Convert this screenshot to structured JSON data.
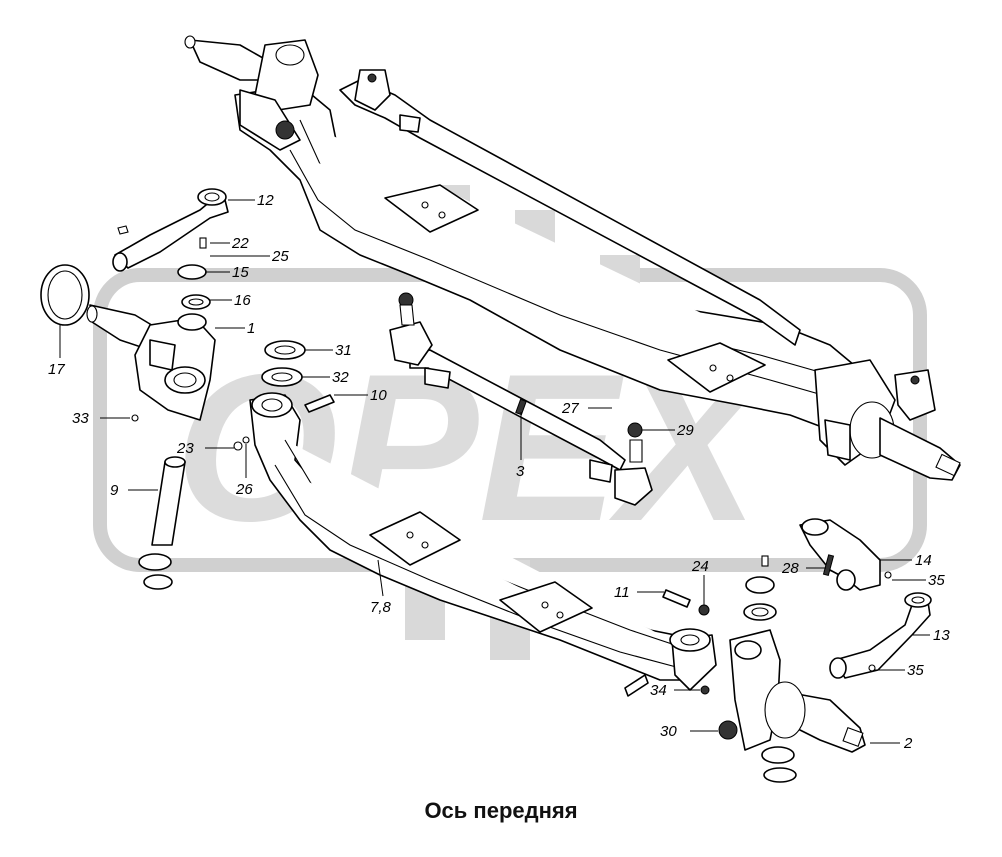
{
  "caption": "Ось передняя",
  "watermark_text": "OPEX",
  "colors": {
    "line": "#000000",
    "watermark": "#d9d9d9",
    "background": "#ffffff"
  },
  "callouts": [
    {
      "id": "c12",
      "label": "12"
    },
    {
      "id": "c22",
      "label": "22"
    },
    {
      "id": "c25",
      "label": "25"
    },
    {
      "id": "c15",
      "label": "15"
    },
    {
      "id": "c16",
      "label": "16"
    },
    {
      "id": "c1",
      "label": "1"
    },
    {
      "id": "c17",
      "label": "17"
    },
    {
      "id": "c31",
      "label": "31"
    },
    {
      "id": "c32",
      "label": "32"
    },
    {
      "id": "c10",
      "label": "10"
    },
    {
      "id": "c33",
      "label": "33"
    },
    {
      "id": "c23",
      "label": "23"
    },
    {
      "id": "c26",
      "label": "26"
    },
    {
      "id": "c9",
      "label": "9"
    },
    {
      "id": "c3",
      "label": "3"
    },
    {
      "id": "c27",
      "label": "27"
    },
    {
      "id": "c29",
      "label": "29"
    },
    {
      "id": "c78",
      "label": "7,8"
    },
    {
      "id": "c11",
      "label": "11"
    },
    {
      "id": "c24",
      "label": "24"
    },
    {
      "id": "c28",
      "label": "28"
    },
    {
      "id": "c14",
      "label": "14"
    },
    {
      "id": "c35a",
      "label": "35"
    },
    {
      "id": "c13",
      "label": "13"
    },
    {
      "id": "c35b",
      "label": "35"
    },
    {
      "id": "c34",
      "label": "34"
    },
    {
      "id": "c30",
      "label": "30"
    },
    {
      "id": "c2",
      "label": "2"
    }
  ]
}
